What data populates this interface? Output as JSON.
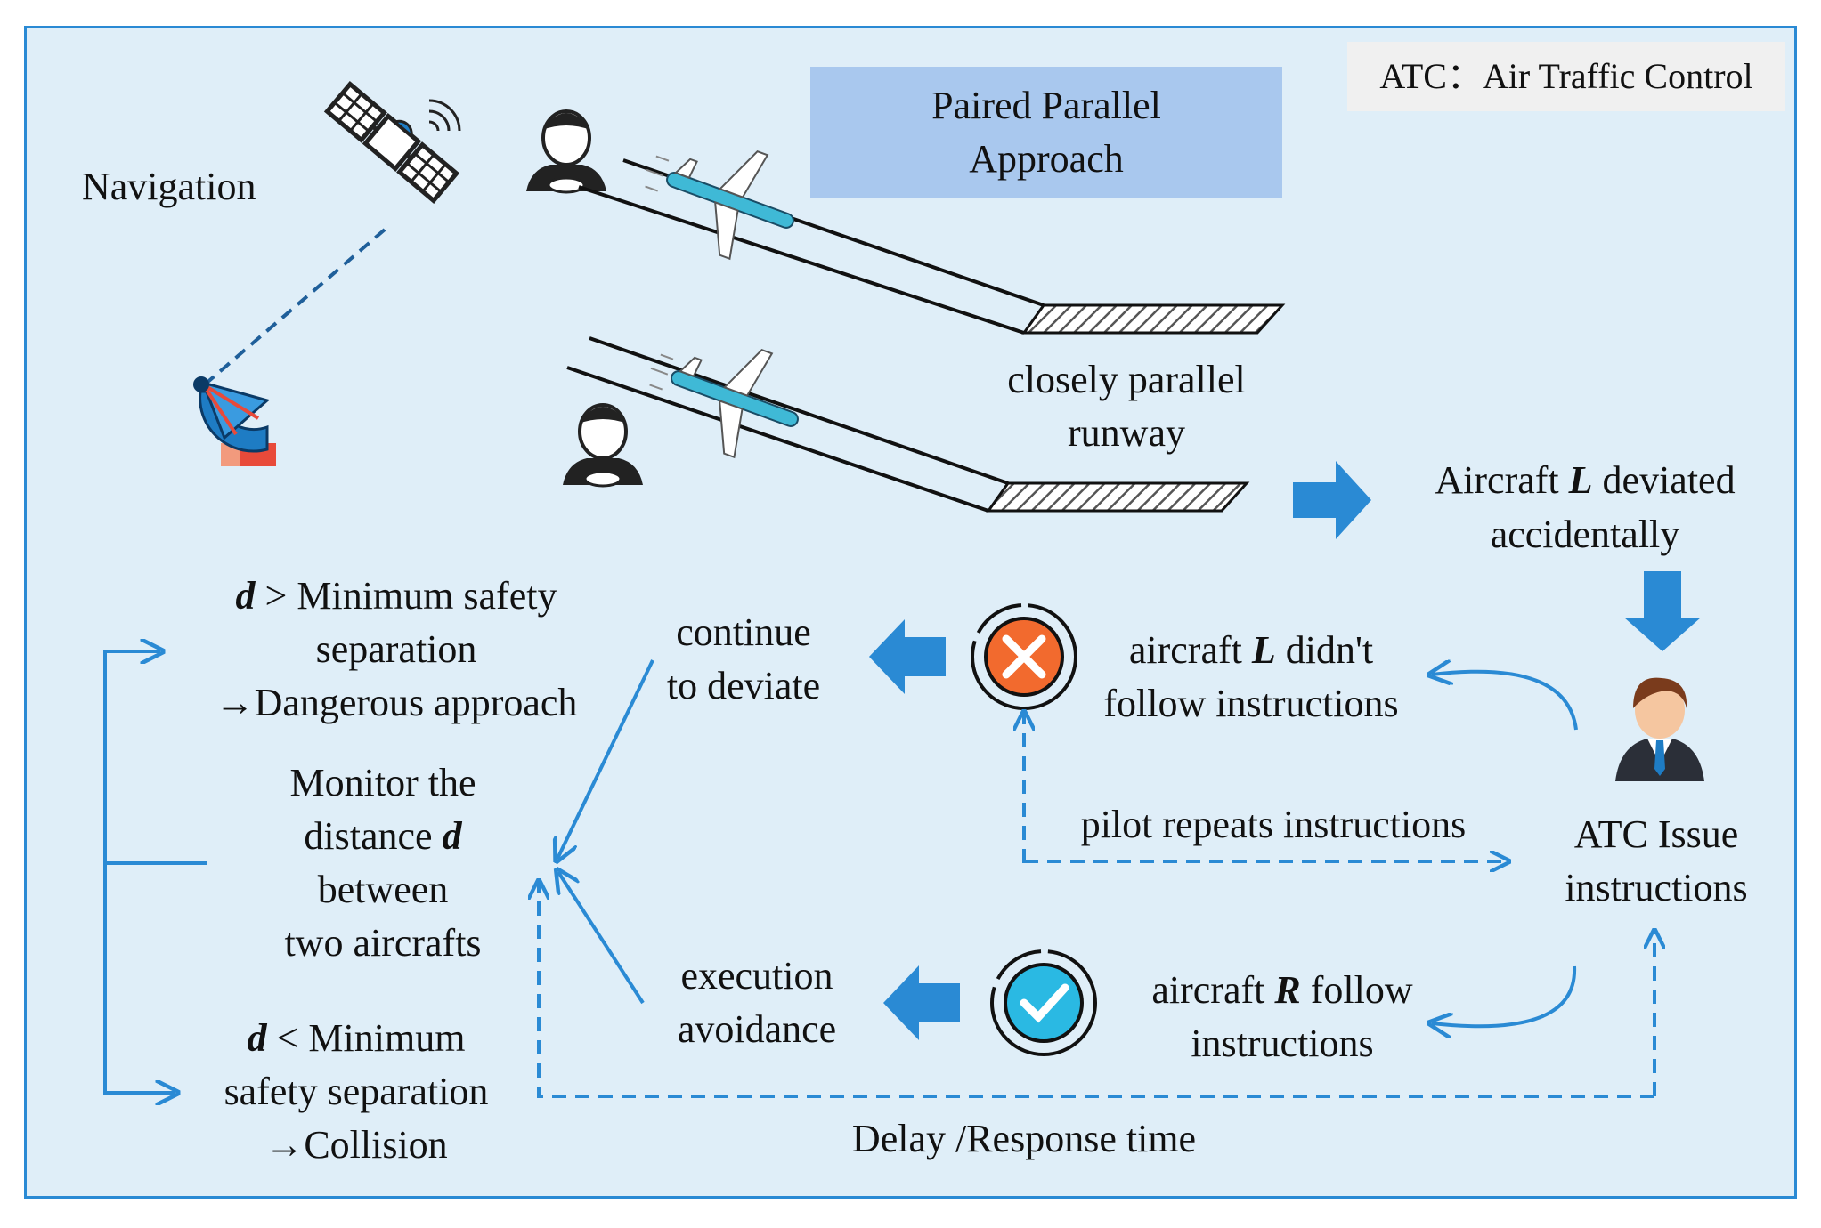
{
  "legend": "ATC：Air Traffic Control",
  "title": [
    "Paired Parallel",
    "Approach"
  ],
  "navigation_label": "Navigation",
  "runway_label": [
    "closely parallel",
    "runway"
  ],
  "deviation": {
    "pre": "Aircraft ",
    "var": "L",
    "post": " deviated",
    "line2": "accidentally"
  },
  "atc_issue": [
    "ATC Issue",
    "instructions"
  ],
  "no_follow": {
    "pre": "aircraft ",
    "var": "L",
    "post": " didn't",
    "line2": "follow instructions"
  },
  "follow": {
    "pre": "aircraft ",
    "var": "R",
    "post": "  follow",
    "line2": "instructions"
  },
  "pilot_repeats": "pilot repeats instructions",
  "continue_deviate": [
    "continue",
    "to deviate"
  ],
  "execution": [
    "execution",
    "avoidance"
  ],
  "monitor": {
    "line1": "Monitor the",
    "pre2": "distance ",
    "var": "d",
    "line3": "between",
    "line4": "two aircrafts"
  },
  "greater": {
    "var": "d",
    "post": " > Minimum safety",
    "line2": "separation",
    "line3": "→Dangerous approach"
  },
  "less": {
    "var": "d",
    "post": " < Minimum",
    "line2": "safety separation",
    "line3": "→Collision"
  },
  "delay": "Delay /Response time",
  "colors": {
    "frame": "#2a8ad4",
    "background": "#dfeef8",
    "arrow": "#2a8ad4",
    "title_box": "#a9c8ee",
    "legend_box": "#f0f0f0",
    "fail_icon": "#f26a2e",
    "pass_icon": "#2ab9e3"
  }
}
